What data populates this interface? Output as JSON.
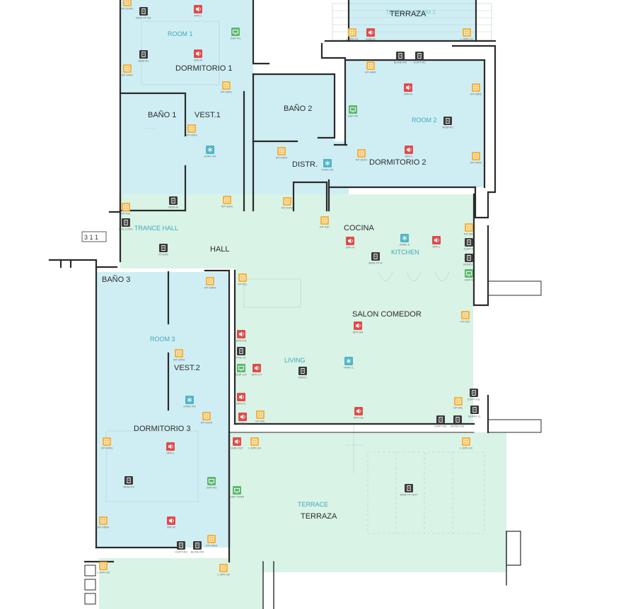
{
  "colors": {
    "room_blue": "#cfeef4",
    "room_green": "#d9f3e6",
    "wall": "#2a2a2a",
    "label_dark": "#2b2b2b",
    "label_accent": "#3fa8b8",
    "keypad": "#f2b33d",
    "speaker": "#e24a4a",
    "remote": "#3a3a3a",
    "hvac": "#4fb5c6",
    "display": "#5cb86b"
  },
  "labels": {
    "terraza_top": "TERRAZA",
    "terraza_room2": "TERRAZA ROOM 2",
    "room1": "ROOM 1",
    "dormitorio1": "DORMITORIO 1",
    "bano1": "BAÑO 1",
    "vest1": "VEST.1",
    "bano2": "BAÑO 2",
    "distr": "DISTR.",
    "room2": "ROOM 2",
    "dormitorio2": "DORMITORIO 2",
    "entrance_hall": "TRANCE HALL",
    "hall": "HALL",
    "cocina": "COCINA",
    "kitchen": "KITCHEN",
    "bano3": "BAÑO 3",
    "room3": "ROOM 3",
    "vest2": "VEST.2",
    "dormitorio3": "DORMITORIO 3",
    "salon_comedor": "SALON COMEDOR",
    "living": "LIVING",
    "terrace": "TERRACE",
    "terraza_bottom": "TERRAZA",
    "code_box": "3 1 1"
  },
  "devices": [
    {
      "type": "keypad",
      "label": "KP-D1R1"
    },
    {
      "type": "remote",
      "label": "REM-TP-R1"
    },
    {
      "type": "speaker",
      "label": "SPK-L"
    },
    {
      "type": "display",
      "label": "DSP-R1"
    },
    {
      "type": "remote",
      "label": "REM-R1"
    },
    {
      "type": "speaker",
      "label": "SPK-R"
    },
    {
      "type": "keypad",
      "label": "KP-04R1"
    },
    {
      "type": "keypad",
      "label": "KP-03R1"
    },
    {
      "type": "keypad",
      "label": "KP-02R1"
    },
    {
      "type": "hvac",
      "label": "HVAC-R1"
    },
    {
      "type": "keypad",
      "label": "KP-01R1"
    },
    {
      "type": "keypad",
      "label": "KP-01L"
    },
    {
      "type": "remote",
      "label": "REM-M"
    },
    {
      "type": "remote",
      "label": "POL LOCK"
    },
    {
      "type": "remote",
      "label": "TP-ENT"
    },
    {
      "type": "keypad",
      "label": "L-SPK-01"
    },
    {
      "type": "speaker",
      "label": "SUB-01"
    },
    {
      "type": "keypad",
      "label": "L-SPK-02"
    },
    {
      "type": "remote",
      "label": "BLIND-R2"
    },
    {
      "type": "remote",
      "label": "CURT-R2"
    },
    {
      "type": "keypad",
      "label": "KP-04R2"
    },
    {
      "type": "speaker",
      "label": "SPK-R"
    },
    {
      "type": "keypad",
      "label": "KP-03R2"
    },
    {
      "type": "display",
      "label": "DSP-R2"
    },
    {
      "type": "remote",
      "label": "REM-R2"
    },
    {
      "type": "speaker",
      "label": "SPK-L"
    },
    {
      "type": "keypad",
      "label": "KP-02R2"
    },
    {
      "type": "keypad",
      "label": "KP-01R2"
    },
    {
      "type": "keypad",
      "label": "KP-02R2"
    },
    {
      "type": "hvac",
      "label": "HVAC-R2"
    },
    {
      "type": "keypad",
      "label": "KP-01R2"
    },
    {
      "type": "keypad",
      "label": "KP-01K"
    },
    {
      "type": "speaker",
      "label": "SPK-R"
    },
    {
      "type": "hvac",
      "label": "HVAC-K"
    },
    {
      "type": "speaker",
      "label": "SPK-L"
    },
    {
      "type": "keypad",
      "label": "KP-02K"
    },
    {
      "type": "remote",
      "label": "CURT-K"
    },
    {
      "type": "remote",
      "label": "BLIND-K"
    },
    {
      "type": "display",
      "label": "DSP-K"
    },
    {
      "type": "remote",
      "label": "REM-TP-K"
    },
    {
      "type": "keypad",
      "label": "KP-01L"
    },
    {
      "type": "keypad",
      "label": "KP-03R3"
    },
    {
      "type": "keypad",
      "label": "KP-02L"
    },
    {
      "type": "speaker",
      "label": "SPK-SR"
    },
    {
      "type": "speaker",
      "label": "SPK-FR"
    },
    {
      "type": "remote",
      "label": "PNL-01"
    },
    {
      "type": "display",
      "label": "DSP-LIV"
    },
    {
      "type": "speaker",
      "label": "SPK-CT"
    },
    {
      "type": "remote",
      "label": "REM-L"
    },
    {
      "type": "hvac",
      "label": "HVAC-L"
    },
    {
      "type": "keypad",
      "label": "KP-02R3"
    },
    {
      "type": "hvac",
      "label": "HVAC-R3"
    },
    {
      "type": "keypad",
      "label": "KP-01R3"
    },
    {
      "type": "speaker",
      "label": "SPK-FL"
    },
    {
      "type": "speaker",
      "label": "SUB-L"
    },
    {
      "type": "keypad",
      "label": "KP-03L"
    },
    {
      "type": "speaker",
      "label": "SPK-SL"
    },
    {
      "type": "remote",
      "label": "CURT-01L"
    },
    {
      "type": "keypad",
      "label": "KP-04L"
    },
    {
      "type": "remote",
      "label": "BLIND-1L"
    },
    {
      "type": "remote",
      "label": "CURT-02L"
    },
    {
      "type": "remote",
      "label": "BLIND-02L"
    },
    {
      "type": "keypad",
      "label": "L-SPK-04"
    },
    {
      "type": "speaker",
      "label": "SUB-OUT"
    },
    {
      "type": "keypad",
      "label": "L-SPK-03"
    },
    {
      "type": "keypad",
      "label": "KP-04R3"
    },
    {
      "type": "speaker",
      "label": "SPK-L"
    },
    {
      "type": "remote",
      "label": "REM-R3"
    },
    {
      "type": "display",
      "label": "DSP-R3"
    },
    {
      "type": "display",
      "label": "DSP-TERR"
    },
    {
      "type": "remote",
      "label": "REM-TP-OUT"
    },
    {
      "type": "keypad",
      "label": "KP-05R3"
    },
    {
      "type": "speaker",
      "label": "SPK-R"
    },
    {
      "type": "remote",
      "label": "CURT-R3"
    },
    {
      "type": "remote",
      "label": "BLIND-R3"
    },
    {
      "type": "keypad",
      "label": "KP-04R3"
    },
    {
      "type": "keypad",
      "label": "L-SPK-05"
    },
    {
      "type": "keypad",
      "label": "L-SPK-06"
    }
  ]
}
